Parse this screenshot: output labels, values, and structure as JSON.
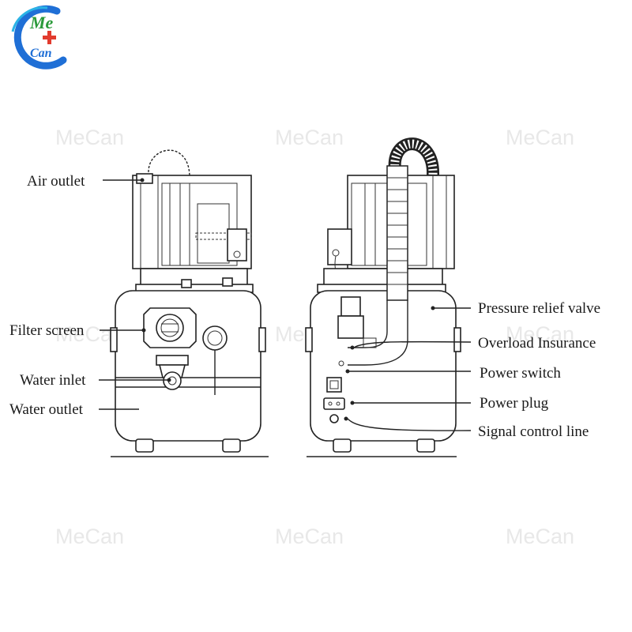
{
  "logo": {
    "text_top": "Me",
    "text_bottom": "Can",
    "colors": {
      "ring": "#1f6fd6",
      "cross": "#e23b2e",
      "accent": "#2bb3e6"
    }
  },
  "watermark": "MeCan",
  "labels": {
    "air_outlet": "Air outlet",
    "filter_screen": "Filter screen",
    "water_inlet": "Water inlet",
    "water_outlet": "Water outlet",
    "pressure_relief_valve": "Pressure relief valve",
    "overload_insurance": "Overload Insurance",
    "power_switch": "Power switch",
    "power_plug": "Power plug",
    "signal_control_line": "Signal control line"
  }
}
